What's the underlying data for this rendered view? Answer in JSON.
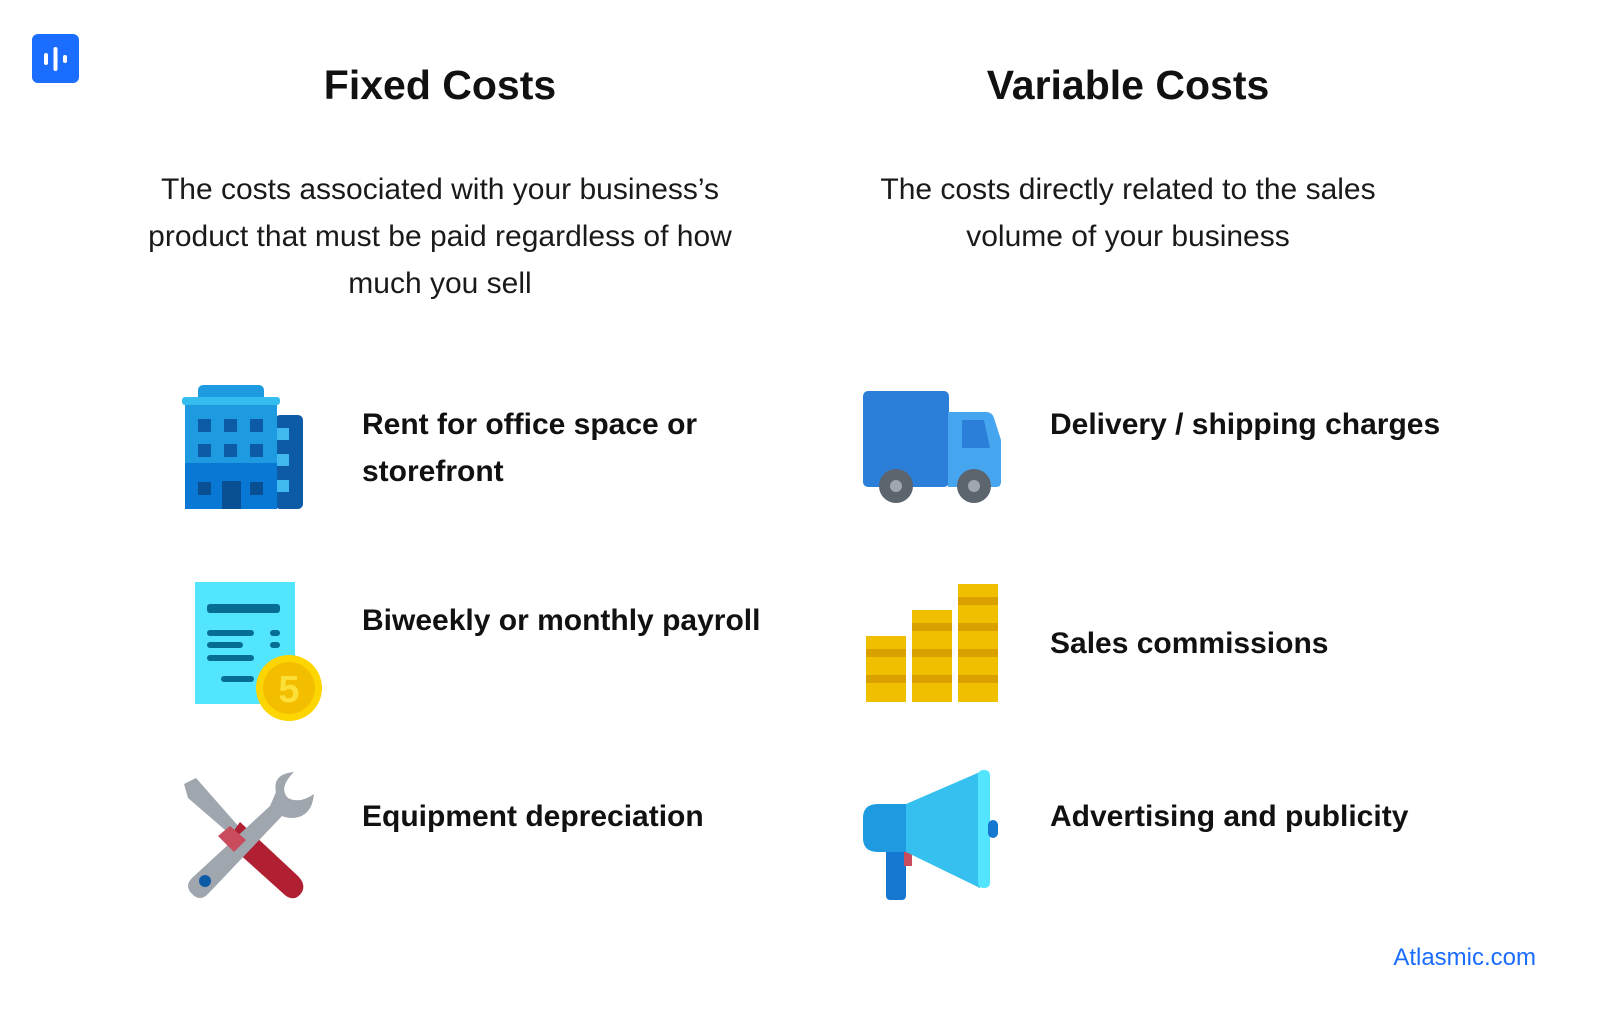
{
  "brand": {
    "footer": "Atlasmic.com",
    "logo_icon": "audio-bars-icon",
    "accent": "#1a6dff"
  },
  "fixed": {
    "title": "Fixed Costs",
    "description": "The costs associated with your business’s product that must be paid regardless of how much you sell",
    "items": [
      {
        "icon": "office-building-icon",
        "label": "Rent for office space or storefront"
      },
      {
        "icon": "payroll-receipt-icon",
        "label": "Biweekly or monthly payroll"
      },
      {
        "icon": "tools-icon",
        "label": "Equipment depreciation"
      }
    ]
  },
  "variable": {
    "title": "Variable Costs",
    "description": "The costs directly related to the sales volume of your business",
    "items": [
      {
        "icon": "delivery-truck-icon",
        "label": "Delivery / shipping charges"
      },
      {
        "icon": "coin-stacks-icon",
        "label": "Sales commissions"
      },
      {
        "icon": "megaphone-icon",
        "label": "Advertising and publicity"
      }
    ]
  }
}
